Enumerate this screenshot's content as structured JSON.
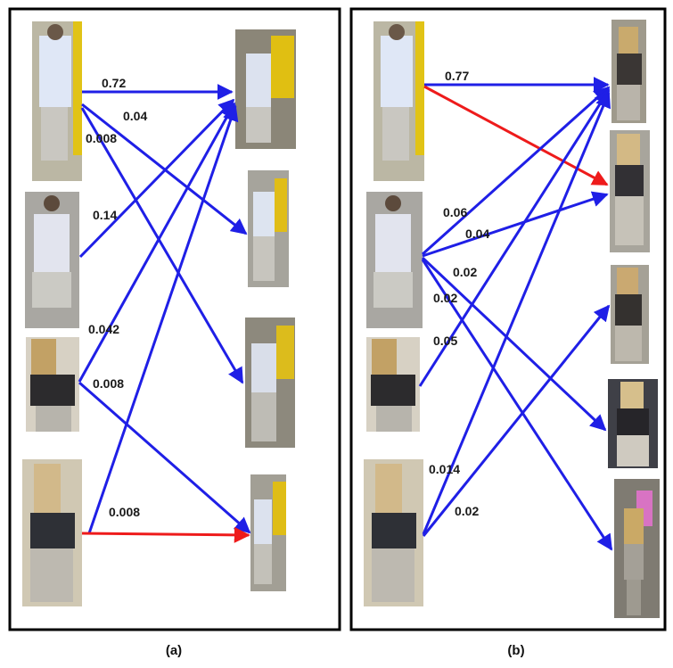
{
  "panels": [
    {
      "id": "a",
      "caption": "(a)",
      "weights": [
        "0.72",
        "0.04",
        "0.008",
        "0.14",
        "0.042",
        "0.008",
        "0.008"
      ]
    },
    {
      "id": "b",
      "caption": "(b)",
      "weights": [
        "0.77",
        "0.06",
        "0.04",
        "0.02",
        "0.02",
        "0.05",
        "0.014",
        "0.02"
      ]
    }
  ],
  "colors": {
    "edge": "#1f1fe6",
    "highlight": "#ee1b1b",
    "frame": "#000000"
  }
}
